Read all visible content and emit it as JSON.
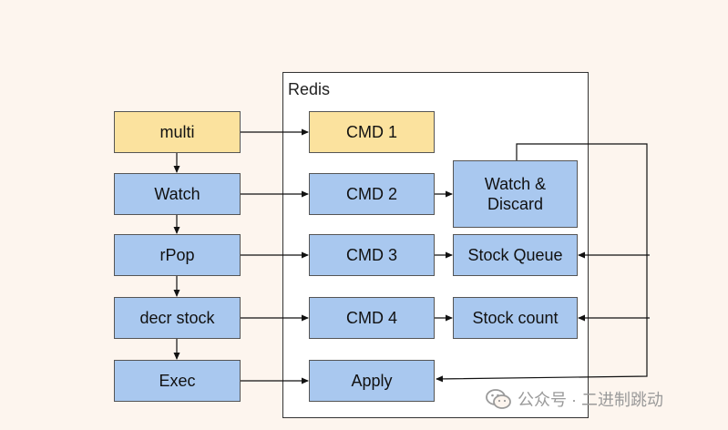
{
  "container": {
    "title": "Redis"
  },
  "left_column": [
    {
      "id": "multi",
      "label": "multi"
    },
    {
      "id": "watch",
      "label": "Watch"
    },
    {
      "id": "rpop",
      "label": "rPop"
    },
    {
      "id": "decr",
      "label": "decr stock"
    },
    {
      "id": "exec",
      "label": "Exec"
    }
  ],
  "middle_column": [
    {
      "id": "cmd1",
      "label": "CMD 1"
    },
    {
      "id": "cmd2",
      "label": "CMD 2"
    },
    {
      "id": "cmd3",
      "label": "CMD 3"
    },
    {
      "id": "cmd4",
      "label": "CMD 4"
    },
    {
      "id": "apply",
      "label": "Apply"
    }
  ],
  "right_column": [
    {
      "id": "watch_discard",
      "label": "Watch & Discard"
    },
    {
      "id": "stock_queue",
      "label": "Stock Queue"
    },
    {
      "id": "stock_count",
      "label": "Stock count"
    }
  ],
  "watermark": {
    "text": "公众号 · 二进制跳动"
  },
  "colors": {
    "yellow": "#fbe29e",
    "blue": "#a9c8ef",
    "background": "#fdf5ee"
  }
}
